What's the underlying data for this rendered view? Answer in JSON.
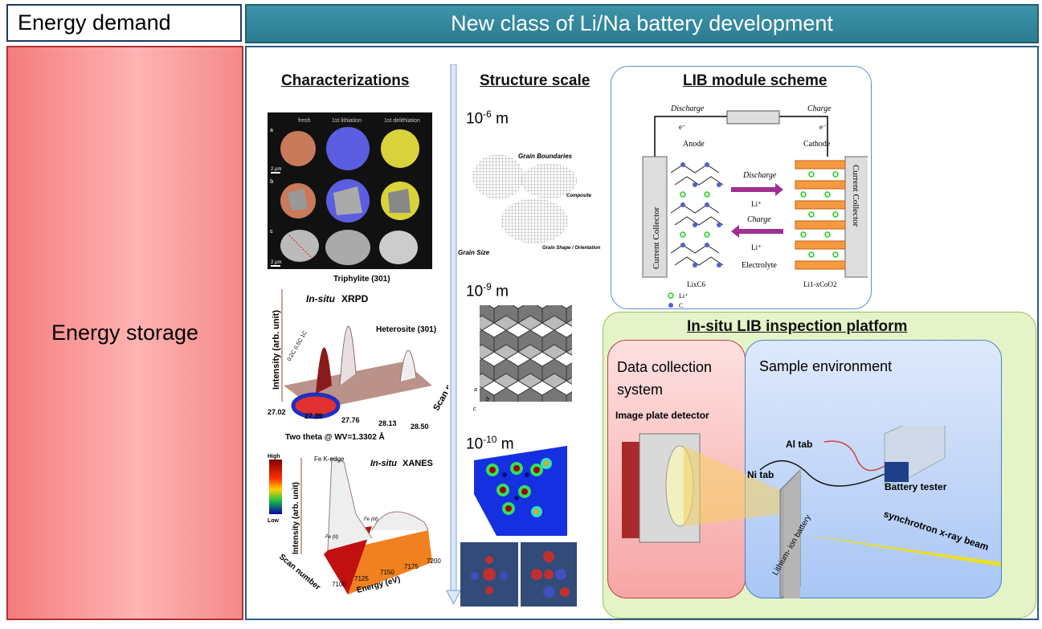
{
  "header": {
    "left_title": "Energy demand",
    "main_title": "New class of Li/Na battery development"
  },
  "sidebar": {
    "label": "Energy storage"
  },
  "characterizations": {
    "heading": "Characterizations",
    "tomo": {
      "cols": [
        "fresh",
        "1st lithiation",
        "1st delithiation"
      ],
      "rows": [
        "a",
        "b",
        "c"
      ],
      "scale": "2 µm"
    },
    "xrpd": {
      "title_italic": "In-situ",
      "title": "XRPD",
      "peak1": "Triphylite (301)",
      "peak2": "Heterosite (301)",
      "ylabel": "Intensity (arb. unit)",
      "zlabel": "Scan number",
      "xlabel": "Two theta @ WV=1.3302 Å",
      "xticks": [
        "27.02",
        "27.39",
        "27.76",
        "28.13",
        "28.50"
      ],
      "rates": "0.2C  0.5C  1C"
    },
    "xanes": {
      "title_italic": "In-situ",
      "title": "XANES",
      "edge": "Fe K-edge",
      "ylabel": "Intensity (arb. unit)",
      "zlabel": "Scan number",
      "xlabel": "Energy (eV)",
      "xticks": [
        "7100",
        "7125",
        "7150",
        "7175",
        "7200"
      ],
      "legend_high": "High",
      "legend_low": "Low",
      "fe2": "Fe (II)",
      "fe3": "Fe (III)"
    }
  },
  "structure": {
    "heading": "Structure scale",
    "scales": [
      {
        "base": "10",
        "exp": "-6",
        "unit": "m"
      },
      {
        "base": "10",
        "exp": "-9",
        "unit": "m"
      },
      {
        "base": "10",
        "exp": "-10",
        "unit": "m"
      }
    ],
    "grain": {
      "boundaries": "Grain Boundaries",
      "composite": "Composite",
      "shape": "Grain Shape / Orientation",
      "size": "Grain Size"
    },
    "axes": [
      "a",
      "b",
      "c"
    ]
  },
  "lib": {
    "heading": "LIB module scheme",
    "discharge": "Discharge",
    "charge": "Charge",
    "electron": "e⁻",
    "anode": "Anode",
    "cathode": "Cathode",
    "collector": "Current Collector",
    "li": "Li⁺",
    "electrolyte": "Electrolyte",
    "anode_formula": "LixC6",
    "cathode_formula": "Li1-xCoO2",
    "legend_li": "Li⁺",
    "legend_c": "C"
  },
  "platform": {
    "heading": "In-situ LIB inspection platform",
    "data_title": "Data collection system",
    "detector": "Image plate detector",
    "sample_title": "Sample environment",
    "al_tab": "Al tab",
    "ni_tab": "Ni tab",
    "battery": "Lithium- ion battery",
    "tester": "Battery tester",
    "beam": "synchrotron x-ray beam"
  },
  "colors": {
    "teal": "#2f87a0",
    "pink": "#f79a9a",
    "green_box": "#e6f5c8",
    "blue_box": "#c4d8f6",
    "red_box": "#f9b7b7"
  }
}
